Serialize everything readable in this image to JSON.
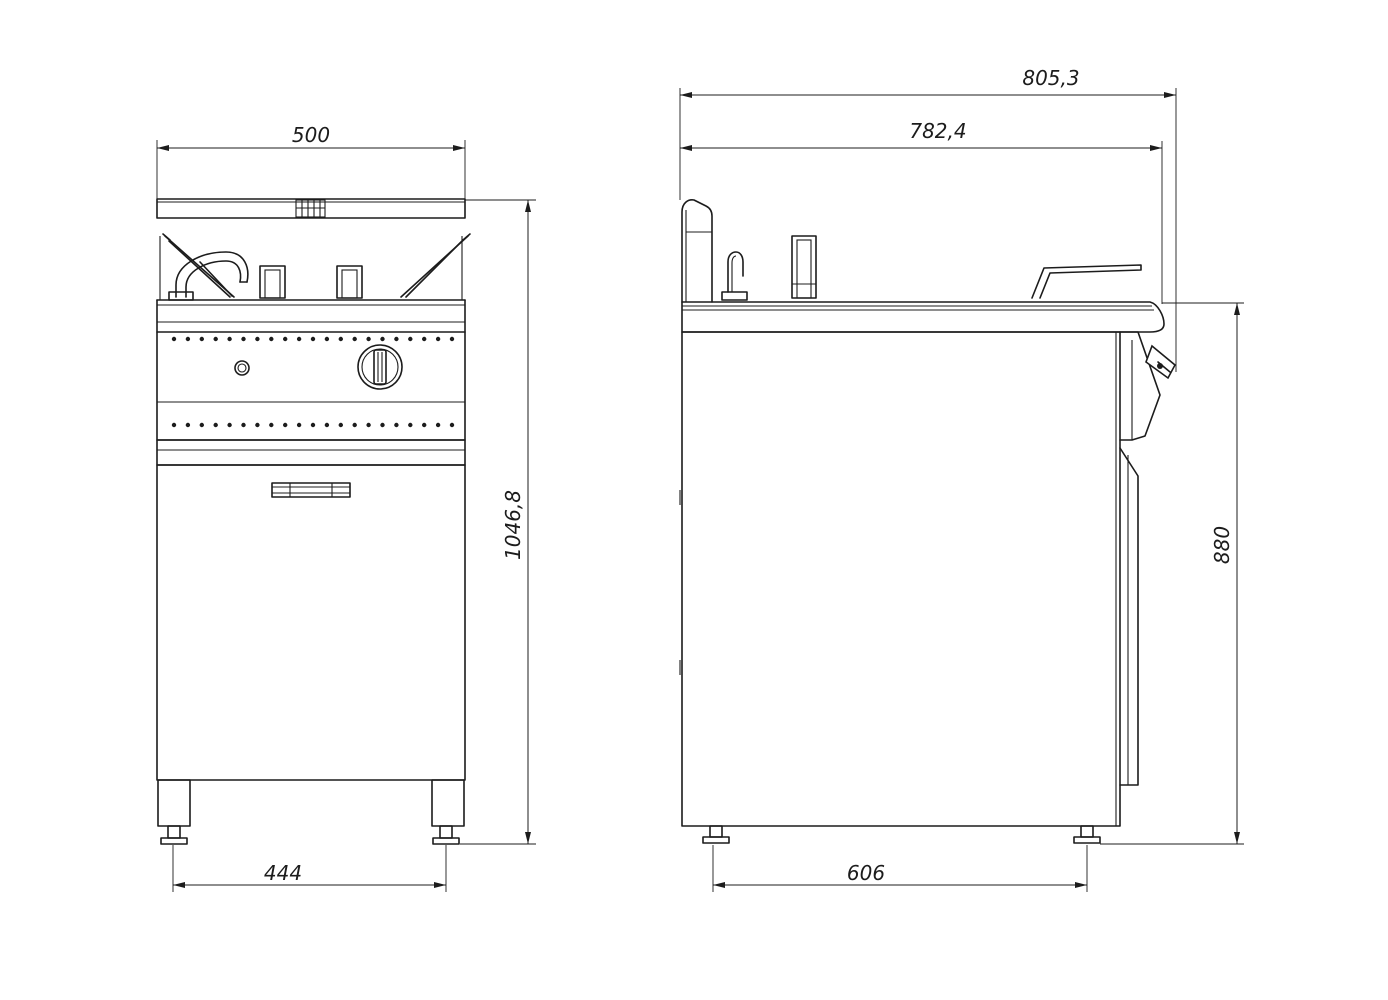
{
  "dimensions": {
    "front_width": "500",
    "front_height": "1046,8",
    "front_leg_span": "444",
    "side_depth_overall": "805,3",
    "side_depth_top": "782,4",
    "side_height": "880",
    "side_leg_span": "606"
  }
}
